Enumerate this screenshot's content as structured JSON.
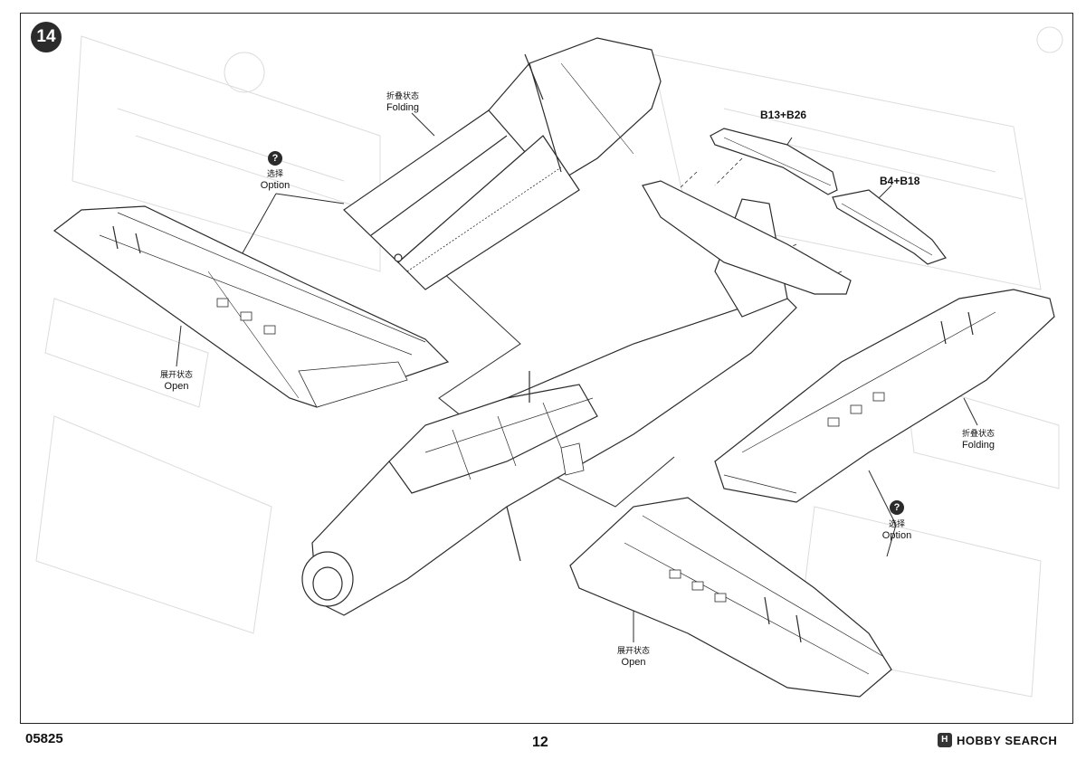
{
  "header": {
    "step_number": "14"
  },
  "labels": {
    "folding_top": {
      "cn": "折叠状态",
      "en": "Folding"
    },
    "option_left": {
      "cn": "选择",
      "en": "Option"
    },
    "open_left": {
      "cn": "展开状态",
      "en": "Open"
    },
    "folding_right": {
      "cn": "折叠状态",
      "en": "Folding"
    },
    "option_right": {
      "cn": "选择",
      "en": "Option"
    },
    "open_bottom": {
      "cn": "展开状态",
      "en": "Open"
    }
  },
  "parts": {
    "elevator_left": "B13+B26",
    "elevator_right": "B4+B18"
  },
  "option_marker": "?",
  "footer": {
    "product_code": "05825",
    "page_number": "12",
    "brand": "HOBBY SEARCH",
    "brand_logo": "H"
  },
  "colors": {
    "line": "#2b2b2b",
    "ghost": "#dcdcdc",
    "badge": "#2b2b2b"
  }
}
